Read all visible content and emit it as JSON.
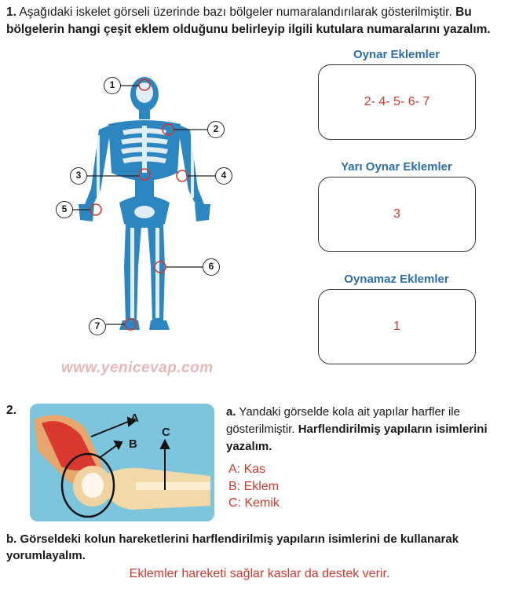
{
  "question1": {
    "number": "1.",
    "text_normal": "Aşağıdaki iskelet görseli üzerinde bazı bölgeler numaralandırılarak gösterilmiştir.",
    "text_bold": "Bu bölgelerin hangi çeşit eklem olduğunu belirleyip ilgili kutulara numaralarını yazalım.",
    "labels": [
      "1",
      "2",
      "3",
      "4",
      "5",
      "6",
      "7"
    ],
    "boxes": [
      {
        "title": "Oynar Eklemler",
        "answer": "2- 4- 5- 6- 7"
      },
      {
        "title": "Yarı Oynar Eklemler",
        "answer": "3"
      },
      {
        "title": "Oynamaz Eklemler",
        "answer": "1"
      }
    ]
  },
  "watermark": "www.yenicevap.com",
  "question2": {
    "number": "2.",
    "part_a": {
      "prefix": "a.",
      "text_normal": "Yandaki görselde kola ait yapılar harfler ile gösterilmiştir.",
      "text_bold": "Harflendirilmiş yapıların isimlerini yazalım."
    },
    "arm_labels": [
      "A",
      "B",
      "C"
    ],
    "answers": [
      "A: Kas",
      "B: Eklem",
      "C: Kemik"
    ],
    "part_b": {
      "text": "b. Görseldeki kolun hareketlerini harflendirilmiş yapıların isimlerini de kullanarak yorumlayalım.",
      "answer": "Eklemler hareketi sağlar kaslar da destek verir."
    }
  },
  "colors": {
    "bone": "#2e86c1",
    "answer": "#d0392e",
    "title": "#2f6ea3"
  }
}
